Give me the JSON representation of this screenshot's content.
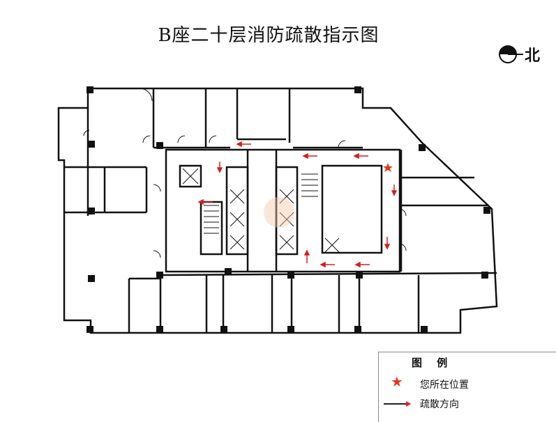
{
  "title": "B座二十层消防疏散指示图",
  "north_label": "北",
  "legend": {
    "title": "图 例",
    "items": [
      {
        "icon": "red-star",
        "label": "您所在位置"
      },
      {
        "icon": "evacuation-arrow",
        "label": "疏散方向"
      }
    ]
  },
  "colors": {
    "wall": "#111111",
    "star": "#e03a1e",
    "arrow": "#d21f1f"
  }
}
